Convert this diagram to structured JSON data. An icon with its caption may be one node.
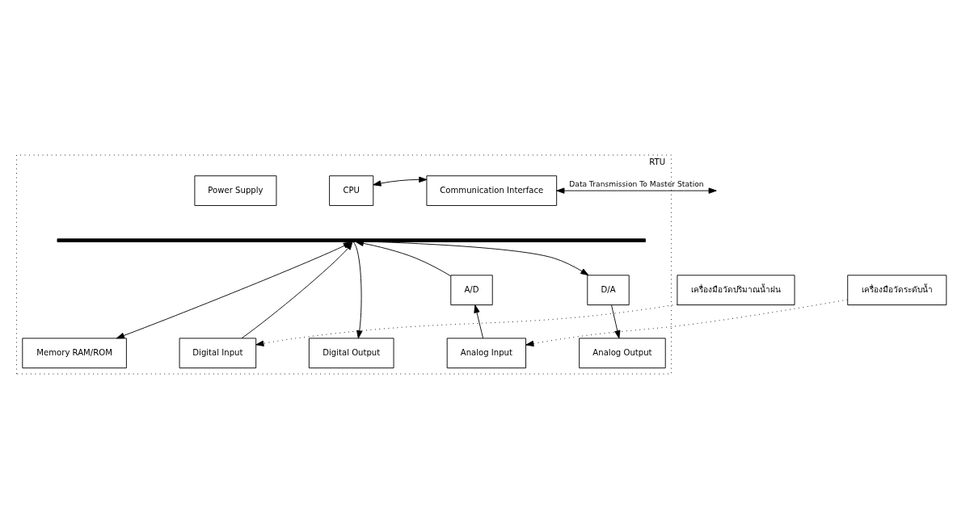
{
  "diagram": {
    "nodes": [
      {
        "text": [
          "RTU"
        ]
      },
      {
        "text": [
          "Power Supply"
        ],
        "in": 0
      },
      {
        "text": [
          "CPU"
        ],
        "in": 0
      },
      {
        "text": [
          "Communication Interface"
        ],
        "in": 0
      },
      {
        "text": [],
        "shape": "bar",
        "in": 0
      },
      {
        "text": [
          "Memory RAM/ROM"
        ],
        "in": 0
      },
      {
        "text": [
          "Digital Input"
        ],
        "in": 0
      },
      {
        "text": [
          "Digital Output"
        ],
        "in": 0
      },
      {
        "text": [
          "A/D"
        ],
        "in": 0
      },
      {
        "text": [
          "D/A"
        ],
        "in": 0
      },
      {
        "text": [
          "Analog Input"
        ],
        "in": 0
      },
      {
        "text": [
          "Analog Output"
        ],
        "in": 0
      },
      {
        "text": [
          "เครื่องมือวัดปริมาณน้ำฝน"
        ]
      },
      {
        "text": [
          "เครื่องมือวัดระดับน้ำ"
        ]
      }
    ],
    "edges": [
      {
        "from": 2,
        "to": 3,
        "arrow": "both"
      },
      {
        "from": 3,
        "to": null,
        "arrow": "both",
        "label": "Data Transmission To Master Station"
      },
      {
        "from": 4,
        "to": 5,
        "arrow": "both"
      },
      {
        "from": 6,
        "to": 4,
        "arrow": "to"
      },
      {
        "from": 4,
        "to": 7,
        "arrow": "to"
      },
      {
        "from": 8,
        "to": 4,
        "arrow": "to"
      },
      {
        "from": 4,
        "to": 9,
        "arrow": "to"
      },
      {
        "from": 10,
        "to": 8,
        "arrow": "to"
      },
      {
        "from": 9,
        "to": 11,
        "arrow": "to"
      },
      {
        "from": 12,
        "to": 6,
        "arrow": "to",
        "style": "dashed"
      },
      {
        "from": 13,
        "to": 10,
        "arrow": "to",
        "style": "dashed"
      }
    ]
  }
}
